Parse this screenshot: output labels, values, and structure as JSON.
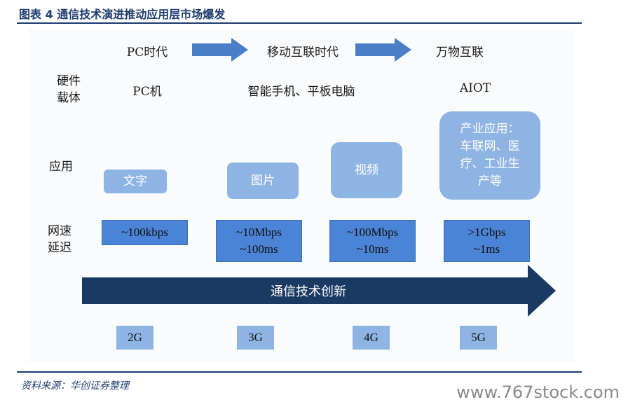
{
  "figure": {
    "title": "图表 4   通信技术演进推动应用层市场爆发",
    "source": "资料来源：华创证券整理",
    "watermark": "www.767stock.com"
  },
  "eras": [
    "PC时代",
    "移动互联时代",
    "万物互联"
  ],
  "row_labels": {
    "hardware": [
      "硬件",
      "载体"
    ],
    "application": "应用",
    "network": [
      "网速",
      "延迟"
    ]
  },
  "hardware": [
    "PC机",
    "智能手机、平板电脑",
    "AIOT"
  ],
  "applications": [
    {
      "lines": [
        "文字"
      ]
    },
    {
      "lines": [
        "图片"
      ]
    },
    {
      "lines": [
        "视频"
      ]
    },
    {
      "lines": [
        "产业应用：",
        "车联网、医",
        "疗、工业生",
        "产等"
      ]
    }
  ],
  "network": [
    {
      "speed": "~100kbps",
      "latency": ""
    },
    {
      "speed": "~10Mbps",
      "latency": "~100ms"
    },
    {
      "speed": "~100Mbps",
      "latency": "~10ms"
    },
    {
      "speed": ">1Gbps",
      "latency": "~1ms"
    }
  ],
  "innovation_arrow": "通信技术创新",
  "generations": [
    "2G",
    "3G",
    "4G",
    "5G"
  ],
  "colors": {
    "navy": "#1f3c6e",
    "arrow_blue": "#4a7ec7",
    "light_blue": "#8eb4e3",
    "mid_blue": "#4b84d6",
    "dark_arrow": "#1b3a63"
  }
}
